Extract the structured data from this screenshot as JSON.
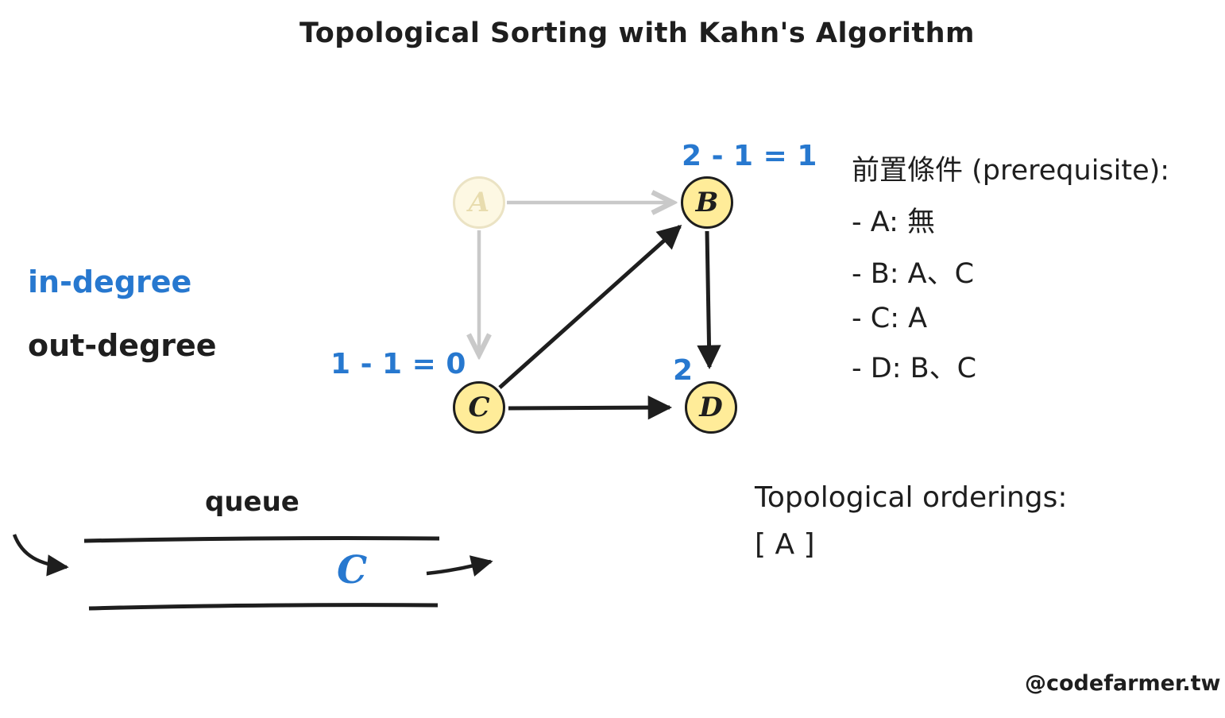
{
  "title": "Topological Sorting with Kahn's Algorithm",
  "legend": {
    "in_degree": "in-degree",
    "out_degree": "out-degree"
  },
  "graph": {
    "nodes": [
      {
        "id": "A",
        "label": "A",
        "state": "dequeued-faded"
      },
      {
        "id": "B",
        "label": "B",
        "state": "active"
      },
      {
        "id": "C",
        "label": "C",
        "state": "active"
      },
      {
        "id": "D",
        "label": "D",
        "state": "active"
      }
    ],
    "edges": [
      {
        "from": "A",
        "to": "B",
        "state": "processed-gray"
      },
      {
        "from": "A",
        "to": "C",
        "state": "processed-gray"
      },
      {
        "from": "C",
        "to": "B",
        "state": "active-black"
      },
      {
        "from": "B",
        "to": "D",
        "state": "active-black"
      },
      {
        "from": "C",
        "to": "D",
        "state": "active-black"
      }
    ],
    "annotations": {
      "node_b": "2 - 1 = 1",
      "node_c": "1 - 1 = 0",
      "node_d": "2"
    }
  },
  "prerequisites": {
    "heading": "前置條件 (prerequisite):",
    "items": [
      "- A: 無",
      "- B: A、C",
      "- C: A",
      "- D: B、C"
    ]
  },
  "queue": {
    "label": "queue",
    "items": [
      "C"
    ]
  },
  "orderings": {
    "heading": "Topological orderings:",
    "value": "[ A ]"
  },
  "watermark": "@codefarmer.tw",
  "colors": {
    "accent_blue": "#2778cf",
    "ink": "#1e1e1e",
    "node_fill": "#ffec99",
    "node_fill_faded": "#fdf8e3",
    "edge_gray": "#c9c9c9"
  }
}
